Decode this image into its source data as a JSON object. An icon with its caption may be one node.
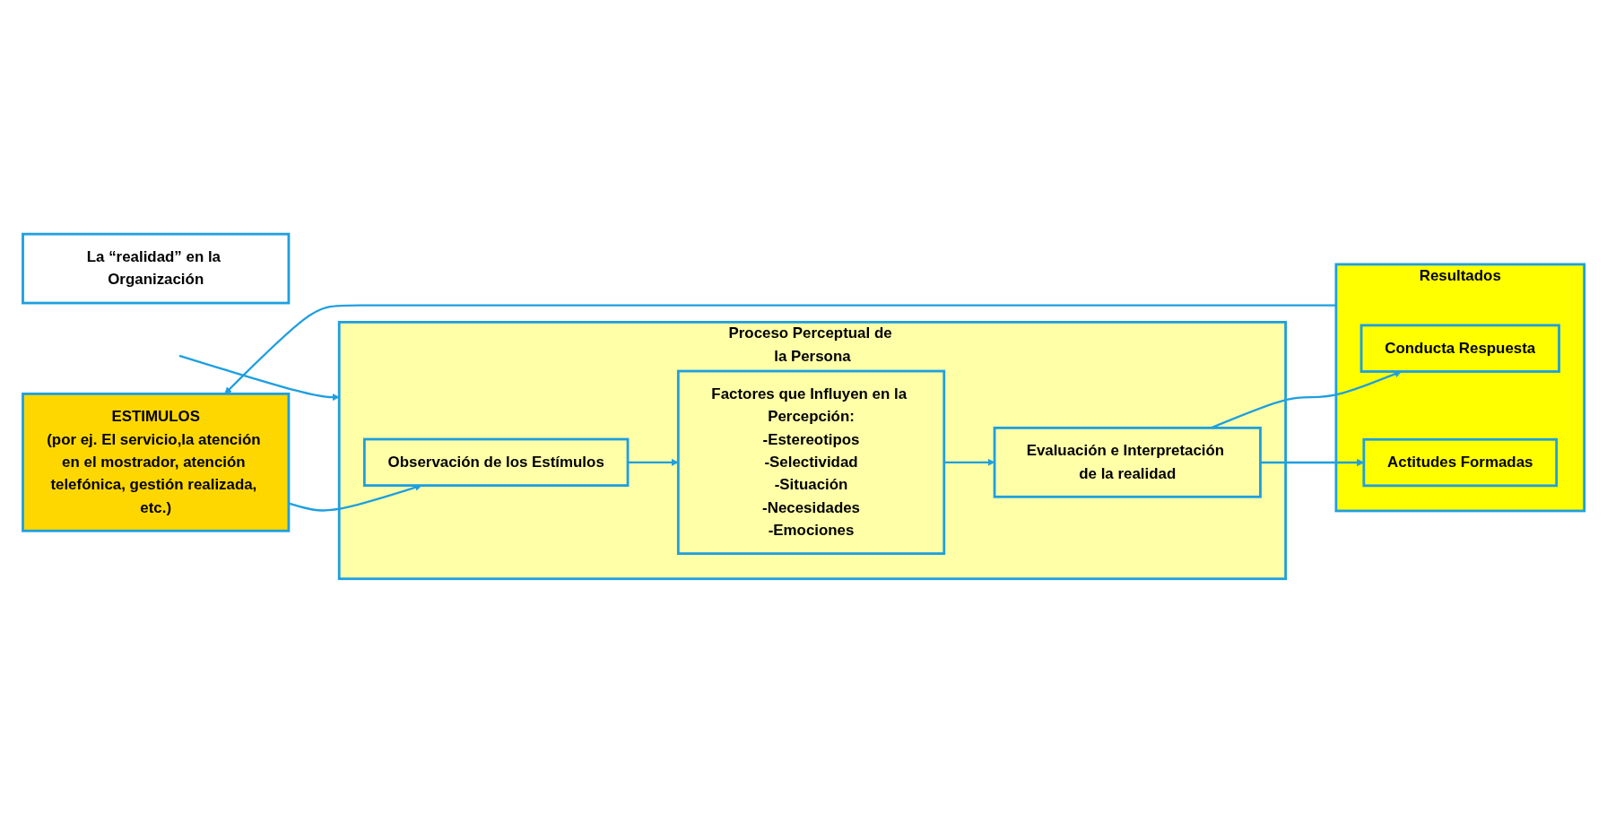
{
  "diagram": {
    "nodes": [
      {
        "text": [
          "La “realidad” en la Organización"
        ]
      },
      {
        "text": [
          "ESTIMULOS",
          "(por ej. El servicio,la atención en el mostrador, atención telefónica, gestión realizada, etc.)"
        ]
      },
      {
        "text": [
          "Proceso Perceptual de la Persona"
        ]
      },
      {
        "text": [
          "Observación de los Estímulos"
        ],
        "in": 2
      },
      {
        "text": [
          "Factores que Influyen en la Percepción:",
          "-Estereotipos",
          "-Selectividad",
          "-Situación",
          "-Necesidades",
          "-Emociones"
        ],
        "in": 2
      },
      {
        "text": [
          "Evaluación e Interpretación de la realidad"
        ],
        "in": 2
      },
      {
        "text": [
          "Resultados"
        ]
      },
      {
        "text": [
          "Conducta Respuesta"
        ],
        "in": 6
      },
      {
        "text": [
          "Actitudes Formadas"
        ],
        "in": 6
      }
    ],
    "edges": [
      {
        "from": 1,
        "to": 3,
        "arrow": "to"
      },
      {
        "from": 3,
        "to": 4,
        "arrow": "to"
      },
      {
        "from": 4,
        "to": 5,
        "arrow": "to"
      },
      {
        "from": 5,
        "to": 7,
        "arrow": "to"
      },
      {
        "from": 5,
        "to": 8,
        "arrow": "to"
      },
      {
        "from": 6,
        "to": 1,
        "arrow": "to"
      },
      {
        "from": null,
        "to": 2,
        "arrow": "to"
      }
    ]
  }
}
